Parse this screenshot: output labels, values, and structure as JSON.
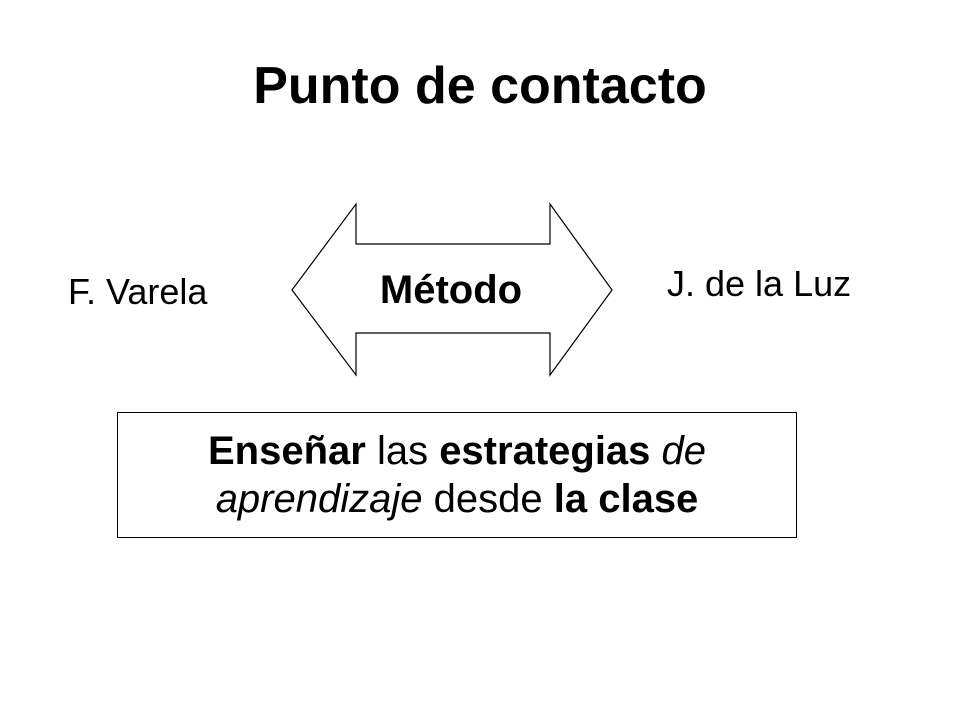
{
  "slide": {
    "title": "Punto de contacto",
    "left_name": "F. Varela",
    "right_name": "J. de la Luz",
    "arrow_label": "Método",
    "statement": {
      "w1": "Enseñar",
      "w2": " las ",
      "w3": "estrategias",
      "w4": " de",
      "w5": "aprendizaje",
      "w6": " desde ",
      "w7": "la clase"
    }
  },
  "colors": {
    "text": "#000000",
    "background": "#ffffff",
    "stroke": "#000000"
  }
}
